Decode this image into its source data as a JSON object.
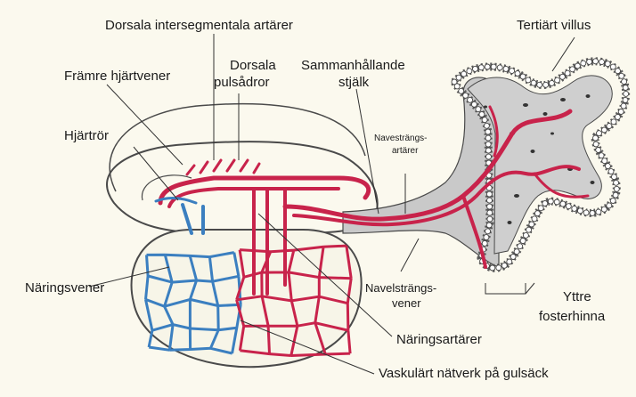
{
  "labels": {
    "dorsal_intersegmental_arteries": "Dorsala intersegmentala artärer",
    "tertiary_villus": "Tertiärt villus",
    "anterior_cardinal_veins": "Främre hjärtvener",
    "dorsal_aortae_line1": "Dorsala",
    "dorsal_aortae_line2": "pulsådror",
    "connecting_stalk_line1": "Sammanhållande",
    "connecting_stalk_line2": "stjälk",
    "heart_tube": "Hjärtrör",
    "umbilical_arteries_line1": "Navesträngs-",
    "umbilical_arteries_line2": "artärer",
    "vitelline_veins": "Näringsvener",
    "umbilical_veins_line1": "Navelsträngs-",
    "umbilical_veins_line2": "vener",
    "outer_membrane_line1": "Yttre",
    "outer_membrane_line2": "fosterhinna",
    "vitelline_arteries": "Näringsartärer",
    "yolk_sac_network": "Vaskulärt nätverk på gulsäck"
  },
  "colors": {
    "background": "#fbf9ee",
    "artery_red": "#c8234b",
    "vein_blue": "#3b7fc0",
    "tissue_grey": "#c9c9c9",
    "outline": "#4a4a4a"
  }
}
